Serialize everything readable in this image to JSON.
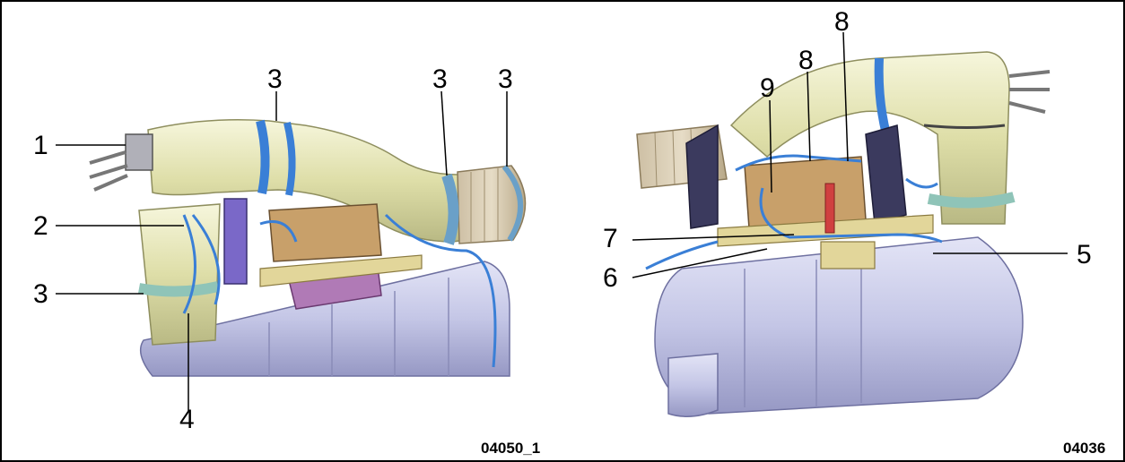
{
  "left_figure": {
    "code": "04050_1",
    "labels": [
      "1",
      "2",
      "3",
      "3",
      "3",
      "3",
      "4"
    ]
  },
  "right_figure": {
    "code": "04036",
    "labels": [
      "5",
      "6",
      "7",
      "8",
      "8",
      "9"
    ]
  },
  "colors": {
    "pipe": "#e9e9c0",
    "clamp": "#3a7fd6",
    "tank": "#c9cbea",
    "bracket": "#c8a06a",
    "plate": "#b07ab6",
    "dark_bracket": "#3b3a5e"
  }
}
